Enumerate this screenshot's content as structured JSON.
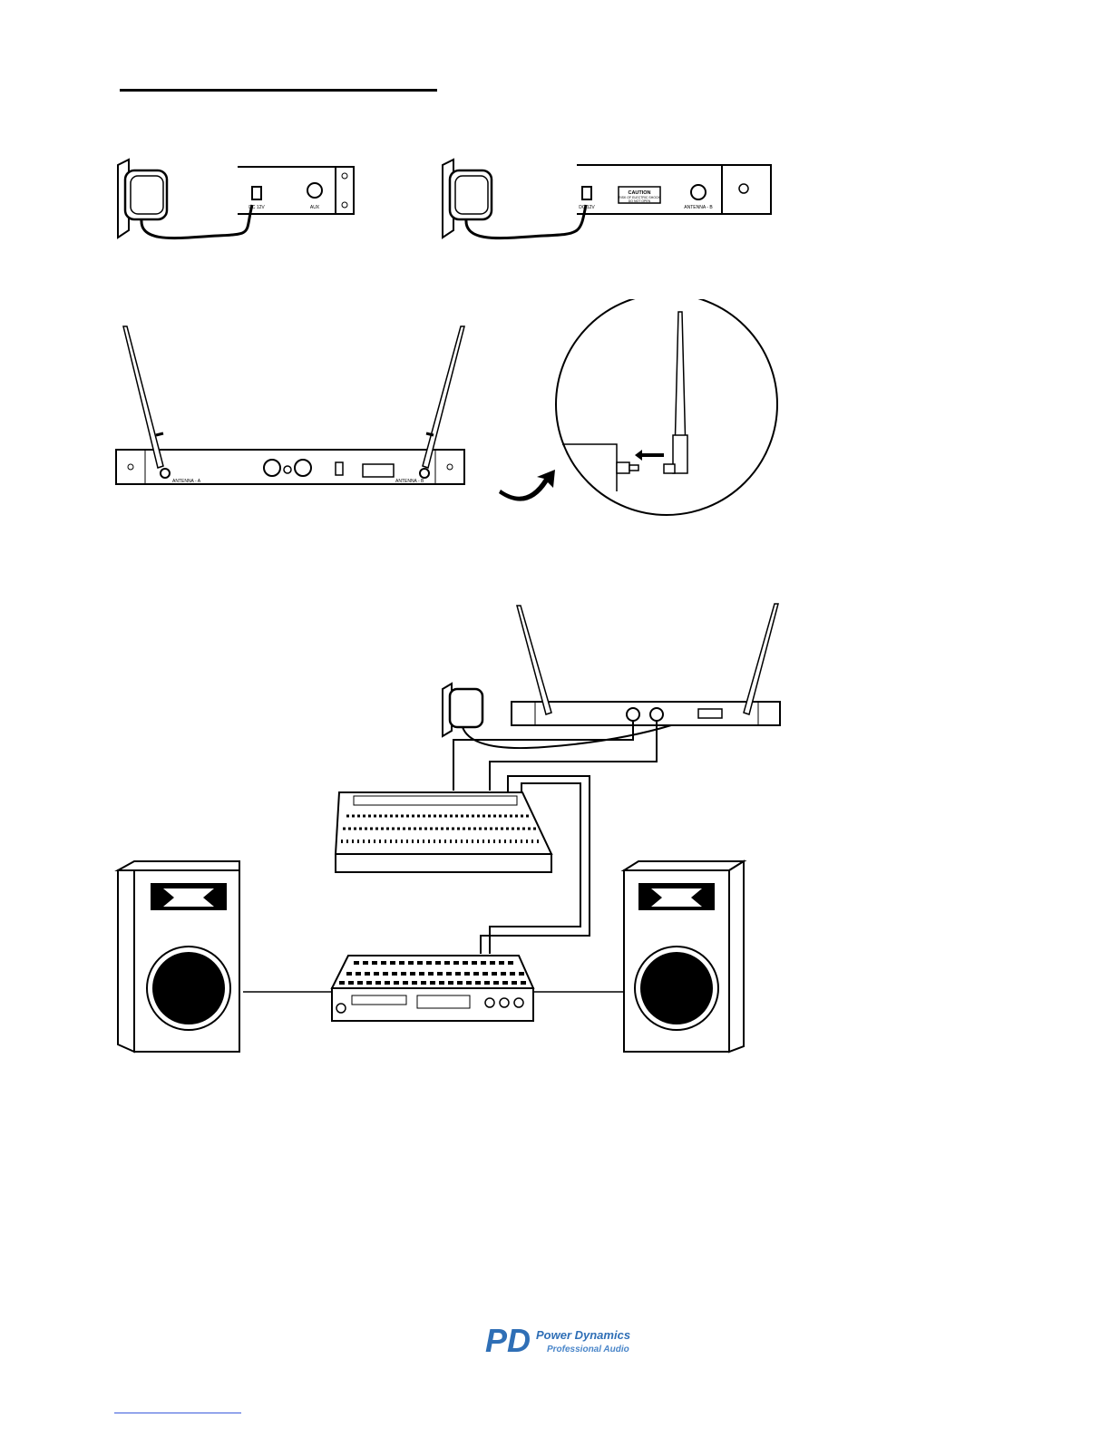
{
  "page": {
    "header_rule": true,
    "footer_rule_color": "#3b5bdb"
  },
  "fig1": {
    "panel_left": {
      "socket_label": "DC 12V",
      "jack_label": "AUX"
    },
    "panel_right": {
      "socket_label": "DC 12V",
      "caution_title": "CAUTION",
      "caution_lines": [
        "RISK OF ELECTRIC SHOCK",
        "DO NOT OPEN"
      ],
      "antenna_label": "ANTENNA - B"
    }
  },
  "fig2": {
    "left_antenna_label": "ANTENNA - A",
    "right_antenna_label": "ANTENNA - B"
  },
  "logo": {
    "brand": "Power Dynamics",
    "tagline": "Professional Audio",
    "mark": "PD",
    "colors": {
      "primary": "#2f6fb6",
      "secondary": "#4a86c9"
    }
  }
}
